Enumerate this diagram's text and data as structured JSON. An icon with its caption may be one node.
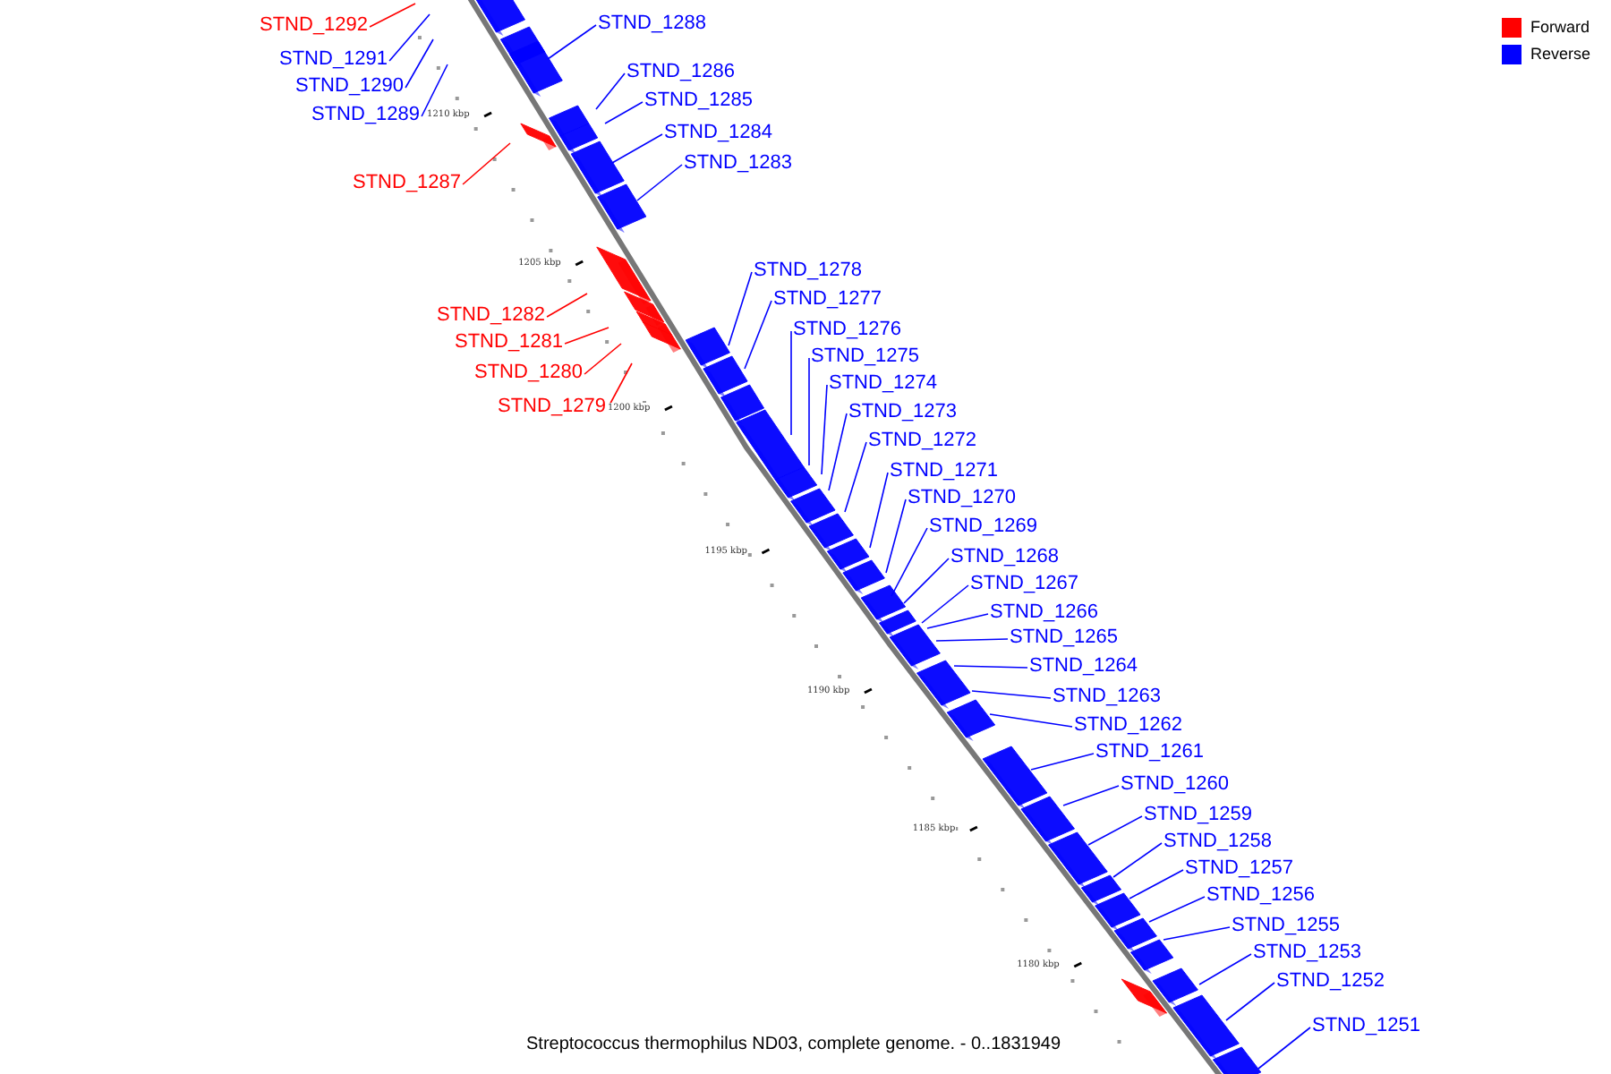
{
  "diagram": {
    "caption": "Streptococcus thermophilus ND03, complete genome. - 0..1831949",
    "nodes": [
      {
        "text": [
          "STND_1288"
        ]
      },
      {
        "text": [
          "STND_1292"
        ]
      },
      {
        "text": [
          "STND_1291"
        ]
      },
      {
        "text": [
          "STND_1286"
        ]
      },
      {
        "text": [
          "STND_1290"
        ]
      },
      {
        "text": [
          "STND_1285"
        ]
      },
      {
        "text": [
          "STND_1289"
        ]
      },
      {
        "text": [
          "STND_1284"
        ]
      },
      {
        "text": [
          "STND_1283"
        ]
      },
      {
        "text": [
          "STND_1287"
        ]
      },
      {
        "text": [
          "STND_1278"
        ]
      },
      {
        "text": [
          "STND_1277"
        ]
      },
      {
        "text": [
          "STND_1282"
        ]
      },
      {
        "text": [
          "STND_1276"
        ]
      },
      {
        "text": [
          "STND_1281"
        ]
      },
      {
        "text": [
          "STND_1275"
        ]
      },
      {
        "text": [
          "STND_1280"
        ]
      },
      {
        "text": [
          "STND_1274"
        ]
      },
      {
        "text": [
          "STND_1279"
        ]
      },
      {
        "text": [
          "STND_1273"
        ]
      },
      {
        "text": [
          "STND_1272"
        ]
      },
      {
        "text": [
          "STND_1271"
        ]
      },
      {
        "text": [
          "STND_1270"
        ]
      },
      {
        "text": [
          "STND_1269"
        ]
      },
      {
        "text": [
          "STND_1268"
        ]
      },
      {
        "text": [
          "STND_1267"
        ]
      },
      {
        "text": [
          "STND_1266"
        ]
      },
      {
        "text": [
          "STND_1265"
        ]
      },
      {
        "text": [
          "STND_1264"
        ]
      },
      {
        "text": [
          "STND_1263"
        ]
      },
      {
        "text": [
          "STND_1262"
        ]
      },
      {
        "text": [
          "STND_1261"
        ]
      },
      {
        "text": [
          "STND_1260"
        ]
      },
      {
        "text": [
          "STND_1259"
        ]
      },
      {
        "text": [
          "STND_1258"
        ]
      },
      {
        "text": [
          "STND_1257"
        ]
      },
      {
        "text": [
          "STND_1256"
        ]
      },
      {
        "text": [
          "STND_1255"
        ]
      },
      {
        "text": [
          "STND_1253"
        ]
      },
      {
        "text": [
          "STND_1252"
        ]
      },
      {
        "text": [
          "STND_1251"
        ]
      }
    ],
    "edges": [
      {
        "from": 0,
        "to": null,
        "arrow": "none"
      },
      {
        "from": 1,
        "to": null,
        "arrow": "none",
        "color": "#ff0000"
      },
      {
        "from": 2,
        "to": null,
        "arrow": "none"
      },
      {
        "from": 3,
        "to": null,
        "arrow": "none"
      },
      {
        "from": 4,
        "to": null,
        "arrow": "none"
      },
      {
        "from": 5,
        "to": null,
        "arrow": "none"
      },
      {
        "from": 6,
        "to": null,
        "arrow": "none"
      },
      {
        "from": 7,
        "to": null,
        "arrow": "none"
      },
      {
        "from": 8,
        "to": null,
        "arrow": "none"
      },
      {
        "from": 9,
        "to": null,
        "arrow": "none",
        "color": "#ff0000"
      },
      {
        "from": 10,
        "to": null,
        "arrow": "none"
      },
      {
        "from": 11,
        "to": null,
        "arrow": "none"
      },
      {
        "from": 12,
        "to": null,
        "arrow": "none",
        "color": "#ff0000"
      },
      {
        "from": 13,
        "to": null,
        "arrow": "none"
      },
      {
        "from": 14,
        "to": null,
        "arrow": "none",
        "color": "#ff0000"
      },
      {
        "from": 15,
        "to": null,
        "arrow": "none"
      },
      {
        "from": 16,
        "to": null,
        "arrow": "none",
        "color": "#ff0000"
      },
      {
        "from": 17,
        "to": null,
        "arrow": "none"
      },
      {
        "from": 18,
        "to": null,
        "arrow": "none",
        "color": "#ff0000"
      },
      {
        "from": 19,
        "to": null,
        "arrow": "none"
      },
      {
        "from": 20,
        "to": null,
        "arrow": "none"
      },
      {
        "from": 21,
        "to": null,
        "arrow": "none"
      },
      {
        "from": 22,
        "to": null,
        "arrow": "none"
      },
      {
        "from": 23,
        "to": null,
        "arrow": "none"
      },
      {
        "from": 24,
        "to": null,
        "arrow": "none"
      },
      {
        "from": 25,
        "to": null,
        "arrow": "none"
      },
      {
        "from": 26,
        "to": null,
        "arrow": "none"
      },
      {
        "from": 27,
        "to": null,
        "arrow": "none"
      },
      {
        "from": 28,
        "to": null,
        "arrow": "none"
      },
      {
        "from": 29,
        "to": null,
        "arrow": "none"
      },
      {
        "from": 30,
        "to": null,
        "arrow": "none"
      },
      {
        "from": 31,
        "to": null,
        "arrow": "none"
      },
      {
        "from": 32,
        "to": null,
        "arrow": "none"
      },
      {
        "from": 33,
        "to": null,
        "arrow": "none"
      },
      {
        "from": 34,
        "to": null,
        "arrow": "none"
      },
      {
        "from": 35,
        "to": null,
        "arrow": "none"
      },
      {
        "from": 36,
        "to": null,
        "arrow": "none"
      },
      {
        "from": 37,
        "to": null,
        "arrow": "none"
      },
      {
        "from": 38,
        "to": null,
        "arrow": "none"
      },
      {
        "from": 39,
        "to": null,
        "arrow": "none"
      },
      {
        "from": 40,
        "to": null,
        "arrow": "none"
      }
    ],
    "labels": [
      "1210 kbp",
      "1205 kbp",
      "1200 kbp",
      "1195 kbp",
      "1190 kbp",
      "1185 kbp",
      "1180 kbp"
    ],
    "legend": [
      {
        "text": "Forward",
        "color": "#ff0000"
      },
      {
        "text": "Reverse",
        "color": "#0000ff"
      }
    ]
  }
}
